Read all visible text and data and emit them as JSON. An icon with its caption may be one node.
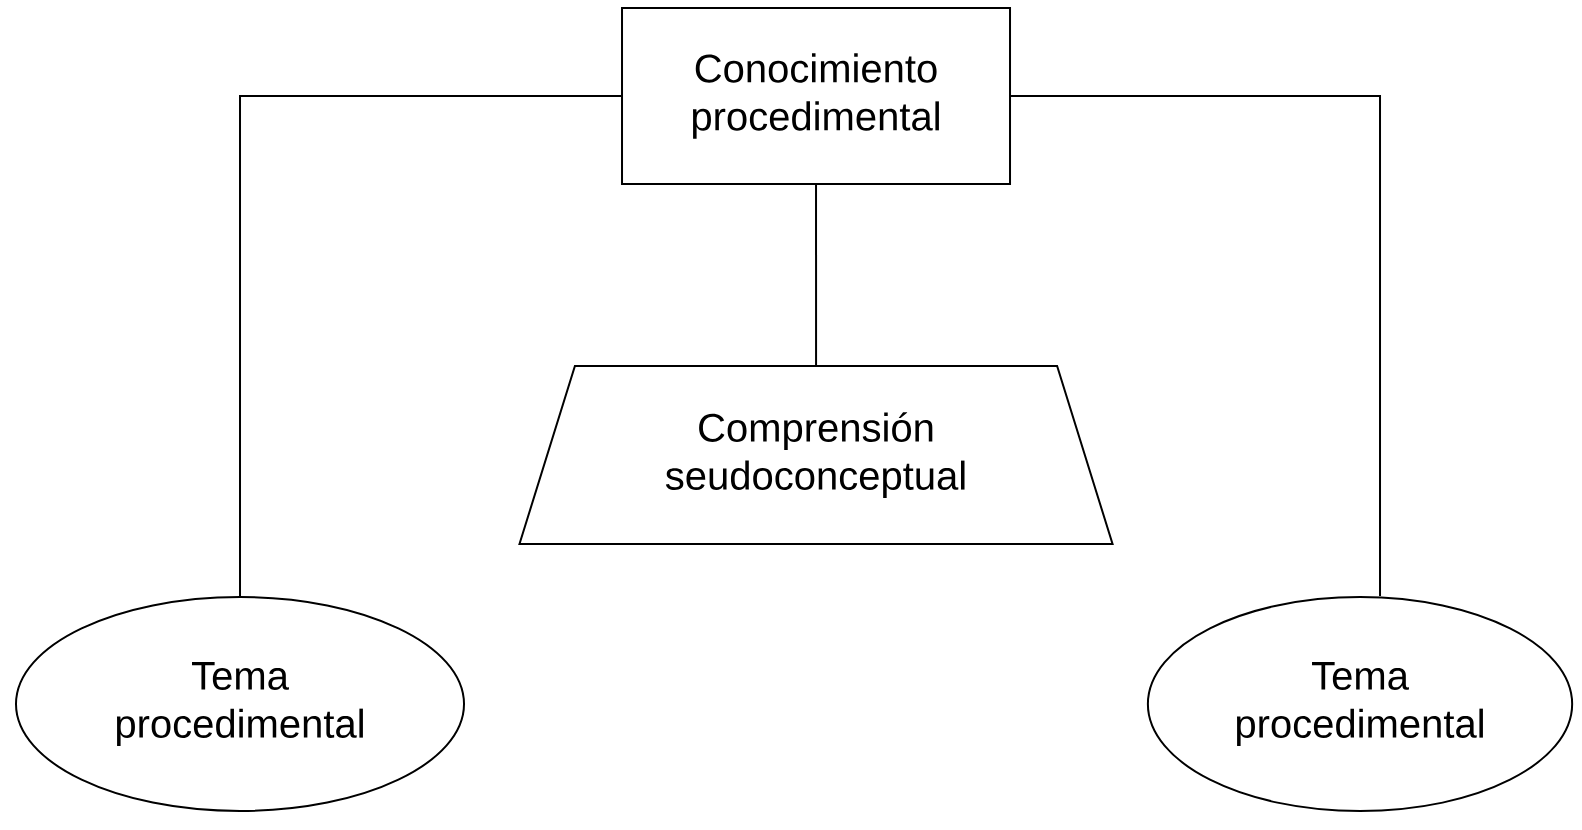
{
  "diagram": {
    "nodes": [
      {
        "text": [
          "Conocimiento procedimental"
        ]
      },
      {
        "text": [
          "Comprensión seudoconceptual"
        ]
      },
      {
        "text": [
          "Tema procedimental"
        ]
      },
      {
        "text": [
          "Tema procedimental"
        ]
      }
    ],
    "edges": [
      {
        "from": 0,
        "to": 1,
        "arrow": "none"
      },
      {
        "from": 0,
        "to": 2,
        "arrow": "none"
      },
      {
        "from": 0,
        "to": 3,
        "arrow": "none"
      }
    ]
  }
}
